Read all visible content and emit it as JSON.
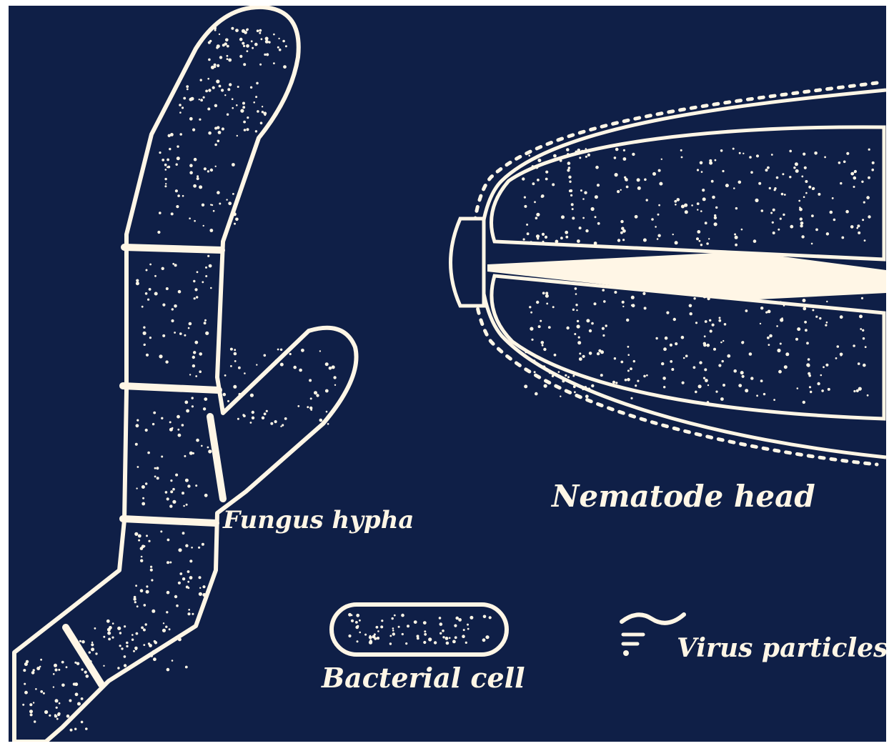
{
  "colors": {
    "background": "#0f1f47",
    "ink": "#fff6e6"
  },
  "labels": {
    "fungus": "Fungus hypha",
    "nematode": "Nematode head",
    "bacteria": "Bacterial cell",
    "virus": "Virus particles"
  }
}
